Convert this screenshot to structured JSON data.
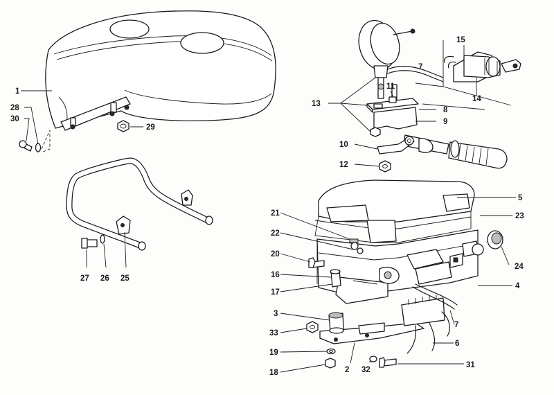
{
  "callouts": {
    "c1": "1",
    "c2": "2",
    "c3": "3",
    "c4": "4",
    "c5": "5",
    "c6": "6",
    "c7a": "7",
    "c7b": "7",
    "c8": "8",
    "c9": "9",
    "c10": "10",
    "c11": "11",
    "c12": "12",
    "c13": "13",
    "c14": "14",
    "c15": "15",
    "c16": "16",
    "c17": "17",
    "c18": "18",
    "c19": "19",
    "c20": "20",
    "c21": "21",
    "c22": "22",
    "c23": "23",
    "c24": "24",
    "c25": "25",
    "c26": "26",
    "c27": "27",
    "c28": "28",
    "c29": "29",
    "c30": "30",
    "c31": "31",
    "c32": "32",
    "c33": "33"
  }
}
